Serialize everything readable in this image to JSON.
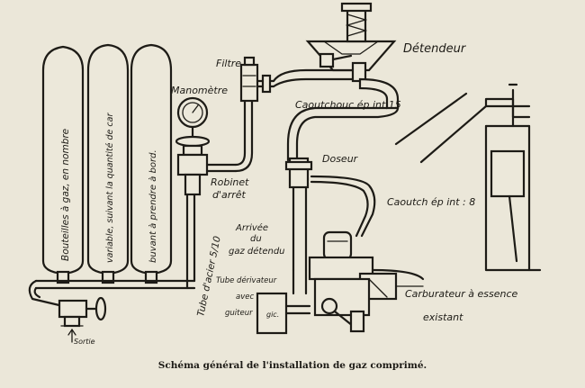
{
  "labels": {
    "filtre": "Filtre",
    "detendeur": "Détendeur",
    "manometre": "Manomètre",
    "caoutchouc_15": "Caoutchouc ép int 15",
    "doseur": "Doseur",
    "caoutch_8": "Caoutch ép int : 8",
    "robinet": "Robinet",
    "robinet_2": "d'arrêt",
    "arrivee_1": "Arrivée",
    "arrivee_2": "du",
    "arrivee_3": "gaz détendu",
    "tube_derivateur_1": "Tube dérivateur",
    "tube_derivateur_2": "avec",
    "tube_derivateur_3": "guiteur",
    "tube_acier": "Tube d'acier 5/10",
    "carburateur_1": "Carburateur à essence",
    "carburateur_2": "existant",
    "bouteille_1": "Bouteilles à gaz, en nombre",
    "bouteille_2": "variable, suivant la quantité de car",
    "bouteille_3": "buvant à prendre à bord.",
    "sortie": "Sortie",
    "gicleur": "gic."
  },
  "caption": "Schéma général de l'installation de gaz comprimé."
}
